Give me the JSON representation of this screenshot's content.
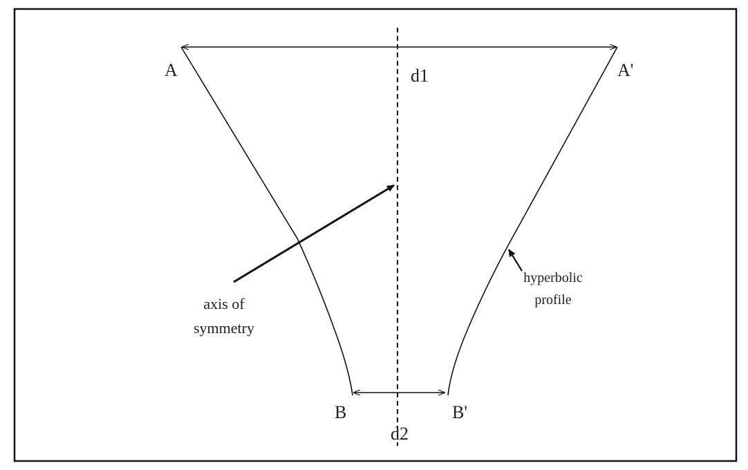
{
  "labels": {
    "point_a": "A",
    "point_a_prime": "A'",
    "point_b": "B",
    "point_b_prime": "B'",
    "top_width": "d1",
    "bottom_width": "d2",
    "axis_label_line1": "axis of",
    "axis_label_line2": "symmetry",
    "profile_label_line1": "hyperbolic",
    "profile_label_line2": "profile"
  },
  "colors": {
    "stroke": "#111111",
    "background": "#ffffff"
  }
}
